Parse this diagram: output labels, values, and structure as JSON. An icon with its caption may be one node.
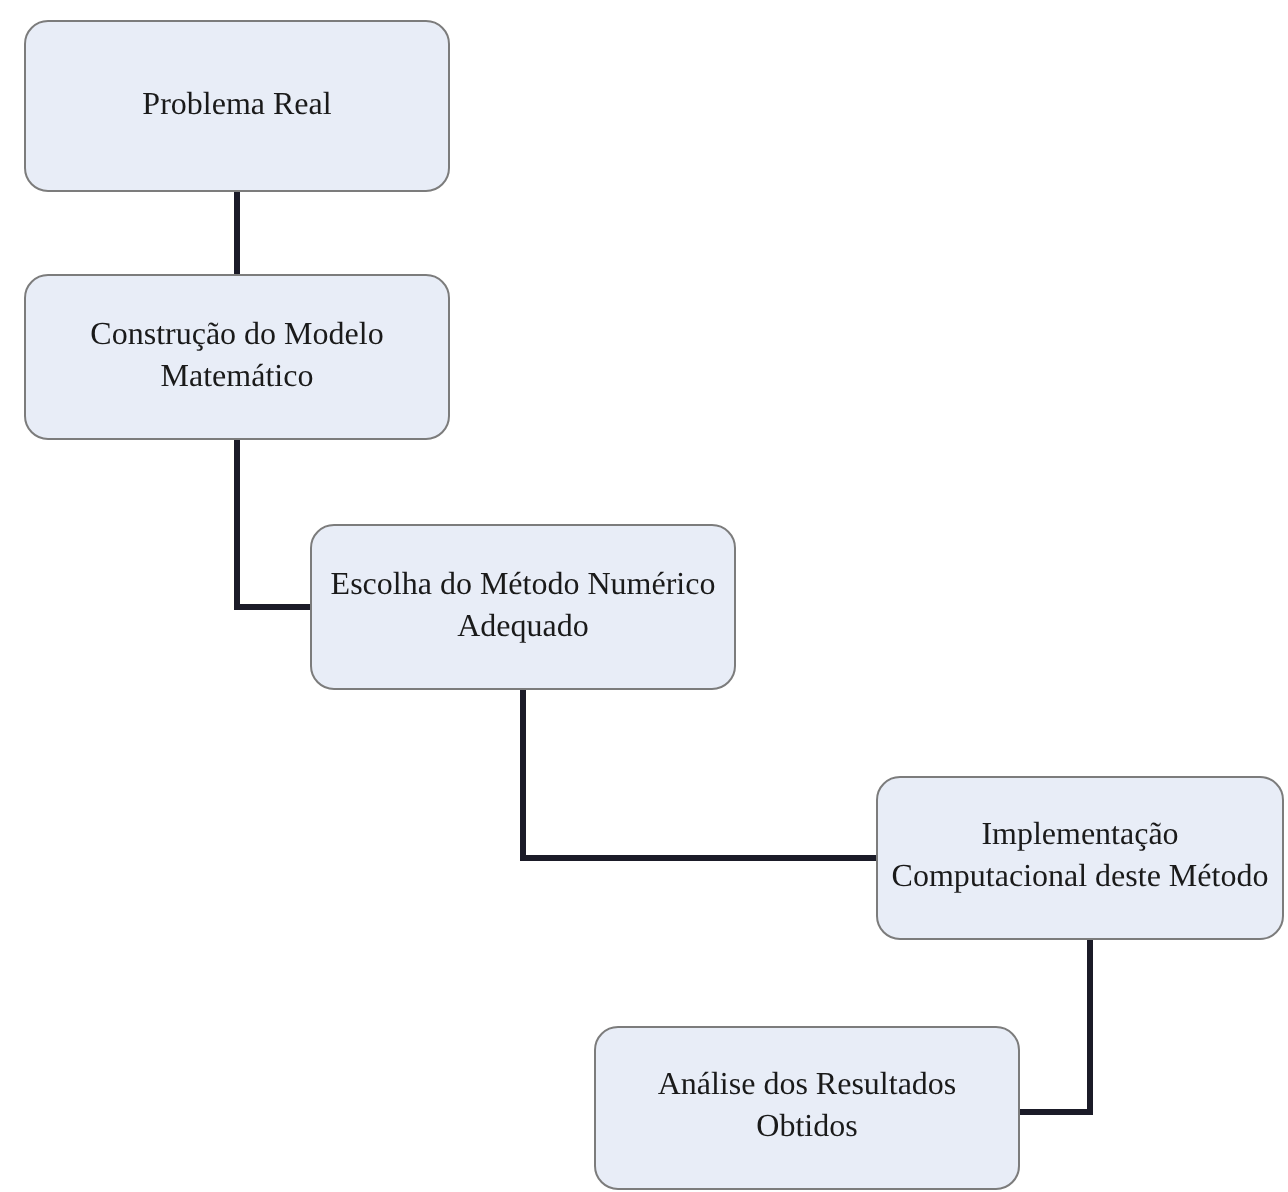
{
  "diagram": {
    "nodes": [
      {
        "text": [
          "Problema Real"
        ]
      },
      {
        "text": [
          "Construção do Modelo Matemático"
        ]
      },
      {
        "text": [
          "Escolha do Método Numérico Adequado"
        ]
      },
      {
        "text": [
          "Implementação Computacional deste Método"
        ]
      },
      {
        "text": [
          "Análise dos Resultados Obtidos"
        ]
      }
    ],
    "edges": [
      {
        "from": 0,
        "to": 1,
        "arrow": "none"
      },
      {
        "from": 1,
        "to": 2,
        "arrow": "none"
      },
      {
        "from": 2,
        "to": 3,
        "arrow": "none"
      },
      {
        "from": 3,
        "to": 4,
        "arrow": "none"
      }
    ]
  }
}
